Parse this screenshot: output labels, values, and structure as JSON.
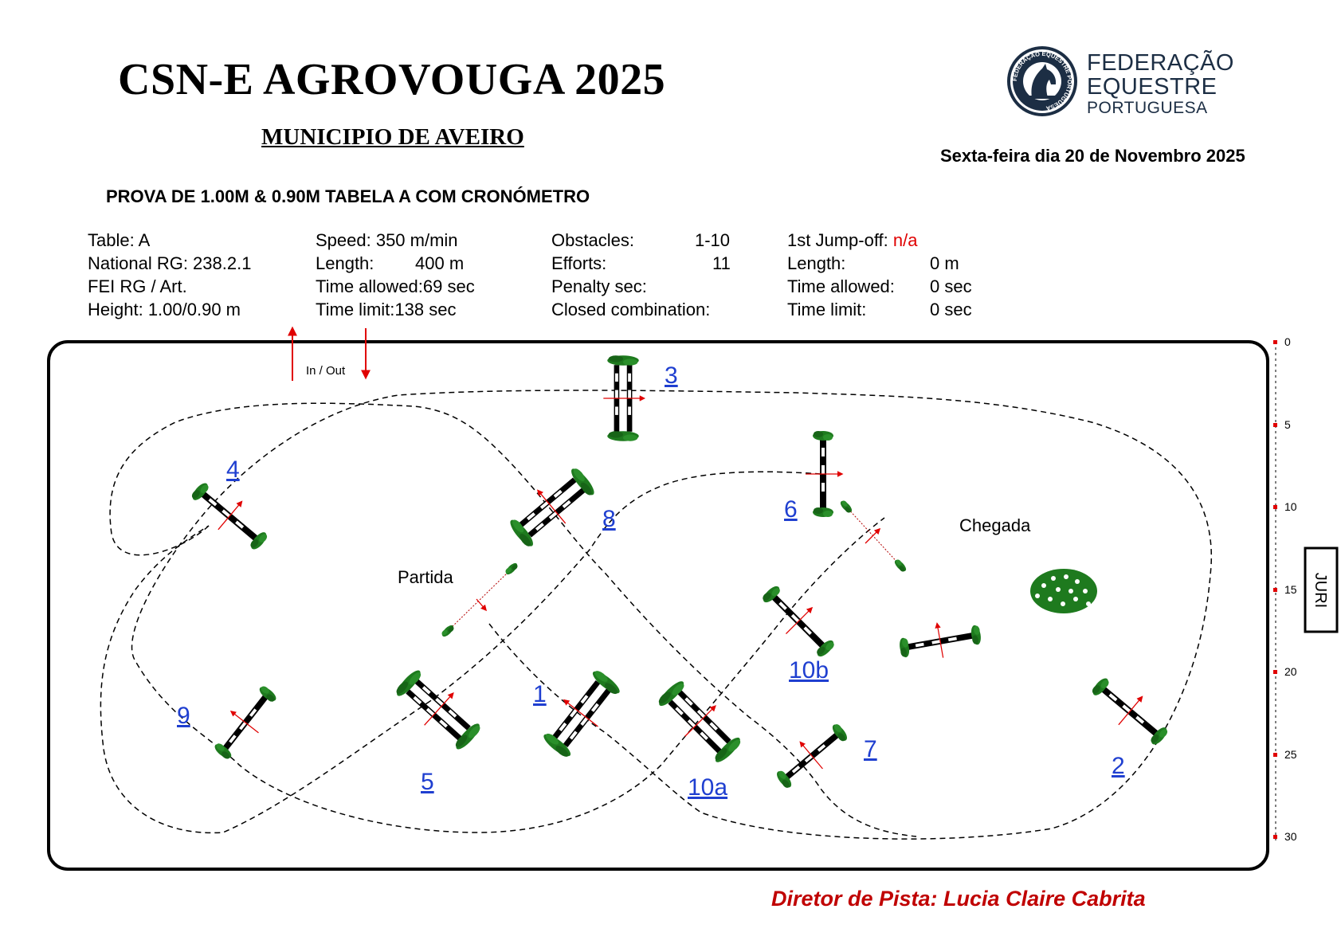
{
  "header": {
    "title": "CSN-E AGROVOUGA 2025",
    "subtitle": "MUNICIPIO DE AVEIRO",
    "date": "Sexta-feira dia 20 de Novembro 2025",
    "event": "PROVA DE 1.00M & 0.90M  TABELA A COM CRONÓMETRO"
  },
  "federation": {
    "line1": "FEDERAÇÃO",
    "line2": "EQUESTRE",
    "line3": "PORTUGUESA",
    "seal_text": "FEDERAÇÃO EQUESTRE PORTUGUESA"
  },
  "info": {
    "col1": [
      "Table: A",
      "National RG: 238.2.1",
      "FEI RG / Art.",
      "Height: 1.00/0.90 m"
    ],
    "col2": {
      "speed": "Speed: 350 m/min",
      "length_label": "Length:",
      "length_value": "400 m",
      "time_allowed": "Time allowed:69 sec",
      "time_limit": "Time limit:138 sec"
    },
    "col3": {
      "obstacles_label": "Obstacles:",
      "obstacles_value": "1-10",
      "efforts_label": "Efforts:",
      "efforts_value": "11",
      "penalty_label": "Penalty sec:",
      "closed_label": "Closed combination:"
    },
    "col4": {
      "jumpoff_label": "1st Jump-off:",
      "jumpoff_value": "n/a",
      "length_label": "Length:",
      "length_value": "0 m",
      "time_allowed_label": "Time allowed:",
      "time_allowed_value": "0 sec",
      "time_limit_label": "Time limit:",
      "time_limit_value": "0 sec"
    }
  },
  "arena": {
    "in_out": "In / Out",
    "start": "Partida",
    "finish": "Chegada",
    "jury": "JURI",
    "scale": [
      "0",
      "5",
      "10",
      "15",
      "20",
      "25",
      "30"
    ],
    "obstacles": [
      {
        "label": "1",
        "kind": "oxer"
      },
      {
        "label": "2",
        "kind": "vertical"
      },
      {
        "label": "3",
        "kind": "oxer"
      },
      {
        "label": "4",
        "kind": "vertical"
      },
      {
        "label": "5",
        "kind": "oxer"
      },
      {
        "label": "6",
        "kind": "vertical"
      },
      {
        "label": "7",
        "kind": "vertical"
      },
      {
        "label": "8",
        "kind": "oxer"
      },
      {
        "label": "9",
        "kind": "vertical"
      },
      {
        "label": "10a",
        "kind": "oxer"
      },
      {
        "label": "10b",
        "kind": "vertical"
      }
    ]
  },
  "footer": {
    "director": "Diretor de Pista: Lucia Claire Cabrita"
  },
  "colors": {
    "link_blue": "#1f3fd0",
    "route_red": "#e00000",
    "plant_green": "#1e7a1e",
    "director_red": "#c00000"
  }
}
